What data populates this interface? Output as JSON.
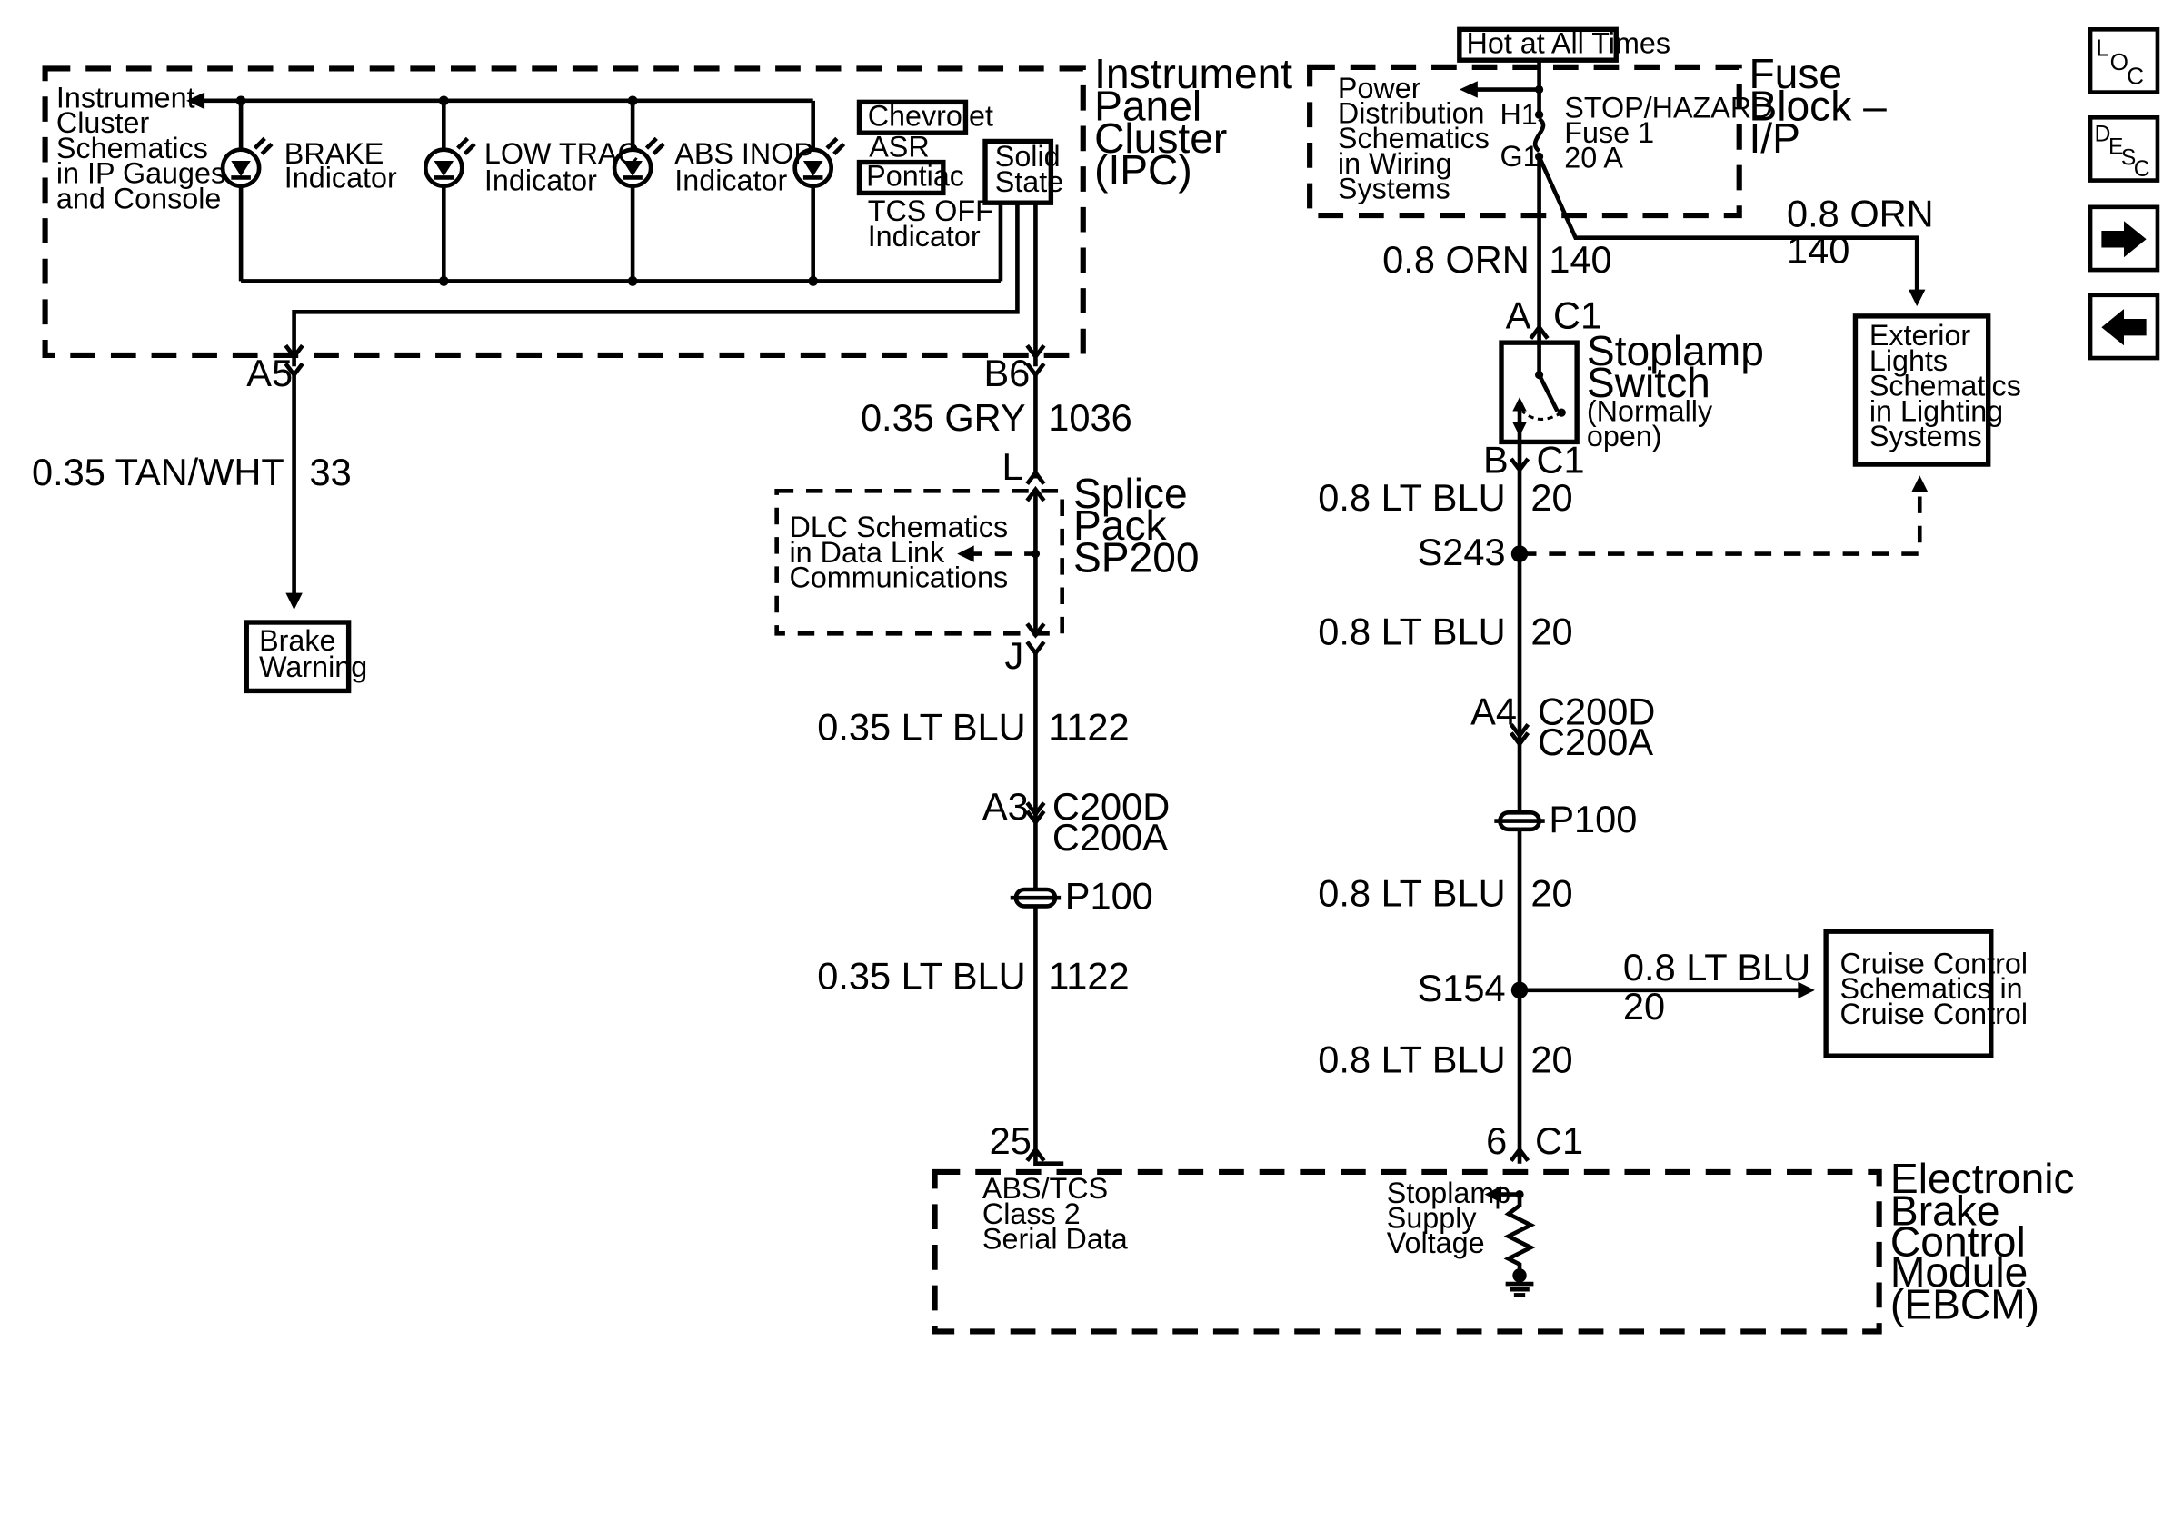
{
  "ipc": {
    "title": [
      "Instrument",
      "Panel",
      "Cluster",
      "(IPC)"
    ],
    "cluster_ref": [
      "Instrument",
      "Cluster",
      "Schematics",
      "in IP Gauges",
      "and Console"
    ],
    "brake_indicator": [
      "BRAKE",
      "Indicator"
    ],
    "low_trac_indicator": [
      "LOW TRAC",
      "Indicator"
    ],
    "abs_inop_indicator": [
      "ABS INOP",
      "Indicator"
    ],
    "chevrolet_label": "Chevrolet",
    "asr_label": "ASR",
    "pontiac_label": "Pontiac",
    "tcs_off_indicator": [
      "TCS OFF",
      "Indicator"
    ],
    "solid_state": [
      "Solid",
      "State"
    ]
  },
  "left_circuit": {
    "pin": "A5",
    "wire": "0.35 TAN/WHT",
    "circuit": "33",
    "destination": [
      "Brake",
      "Warning"
    ]
  },
  "serial_circuit": {
    "pin_ipc": "B6",
    "wire_gry": "0.35 GRY",
    "circuit_gry": "1036",
    "pin_l": "L",
    "pin_j": "J",
    "splice_pack": [
      "Splice",
      "Pack",
      "SP200"
    ],
    "dlc_ref": [
      "DLC Schematics",
      "in Data Link",
      "Communications"
    ],
    "wire_ltblu": "0.35 LT BLU",
    "circuit_ltblu": "1122",
    "connector_pin": "A3",
    "connector_names": [
      "C200D",
      "C200A"
    ],
    "passthrough": "P100",
    "ebcm_pin": "25"
  },
  "fuse": {
    "hot": "Hot at All Times",
    "power_ref": [
      "Power",
      "Distribution",
      "Schematics",
      "in Wiring",
      "Systems"
    ],
    "h1": "H1",
    "g1": "G1",
    "fuse_label": [
      "STOP/HAZARD",
      "Fuse 1",
      "20 A"
    ],
    "block_title": [
      "Fuse",
      "Block –",
      "I/P"
    ]
  },
  "stoplamp_circuit": {
    "wire_orn": "0.8 ORN",
    "circuit_orn": "140",
    "pin_a": "A",
    "c1": "C1",
    "switch_title": [
      "Stoplamp",
      "Switch"
    ],
    "switch_note": [
      "(Normally",
      "open)"
    ],
    "pin_b": "B",
    "wire": "0.8 LT BLU",
    "circuit": "20",
    "splice_s243": "S243",
    "connector_pin": "A4",
    "connector_names": [
      "C200D",
      "C200A"
    ],
    "passthrough": "P100",
    "splice_s154": "S154",
    "ebcm_pin": "6",
    "ebcm_conn": "C1"
  },
  "exterior": {
    "wire": "0.8 ORN",
    "circuit": "140",
    "ref": [
      "Exterior",
      "Lights",
      "Schematics",
      "in Lighting",
      "Systems"
    ]
  },
  "cruise": {
    "wire": "0.8 LT BLU",
    "circuit": "20",
    "ref": [
      "Cruise Control",
      "Schematics in",
      "Cruise Control"
    ]
  },
  "ebcm": {
    "title": [
      "Electronic",
      "Brake",
      "Control",
      "Module",
      "(EBCM)"
    ],
    "serial": [
      "ABS/TCS",
      "Class 2",
      "Serial Data"
    ],
    "supply": [
      "Stoplamp",
      "Supply",
      "Voltage"
    ]
  },
  "nav": {
    "loc": [
      "L",
      "O",
      "C"
    ],
    "desc": [
      "D",
      "E",
      "S",
      "C"
    ],
    "next_icon": "right-arrow-icon",
    "prev_icon": "left-arrow-icon"
  }
}
